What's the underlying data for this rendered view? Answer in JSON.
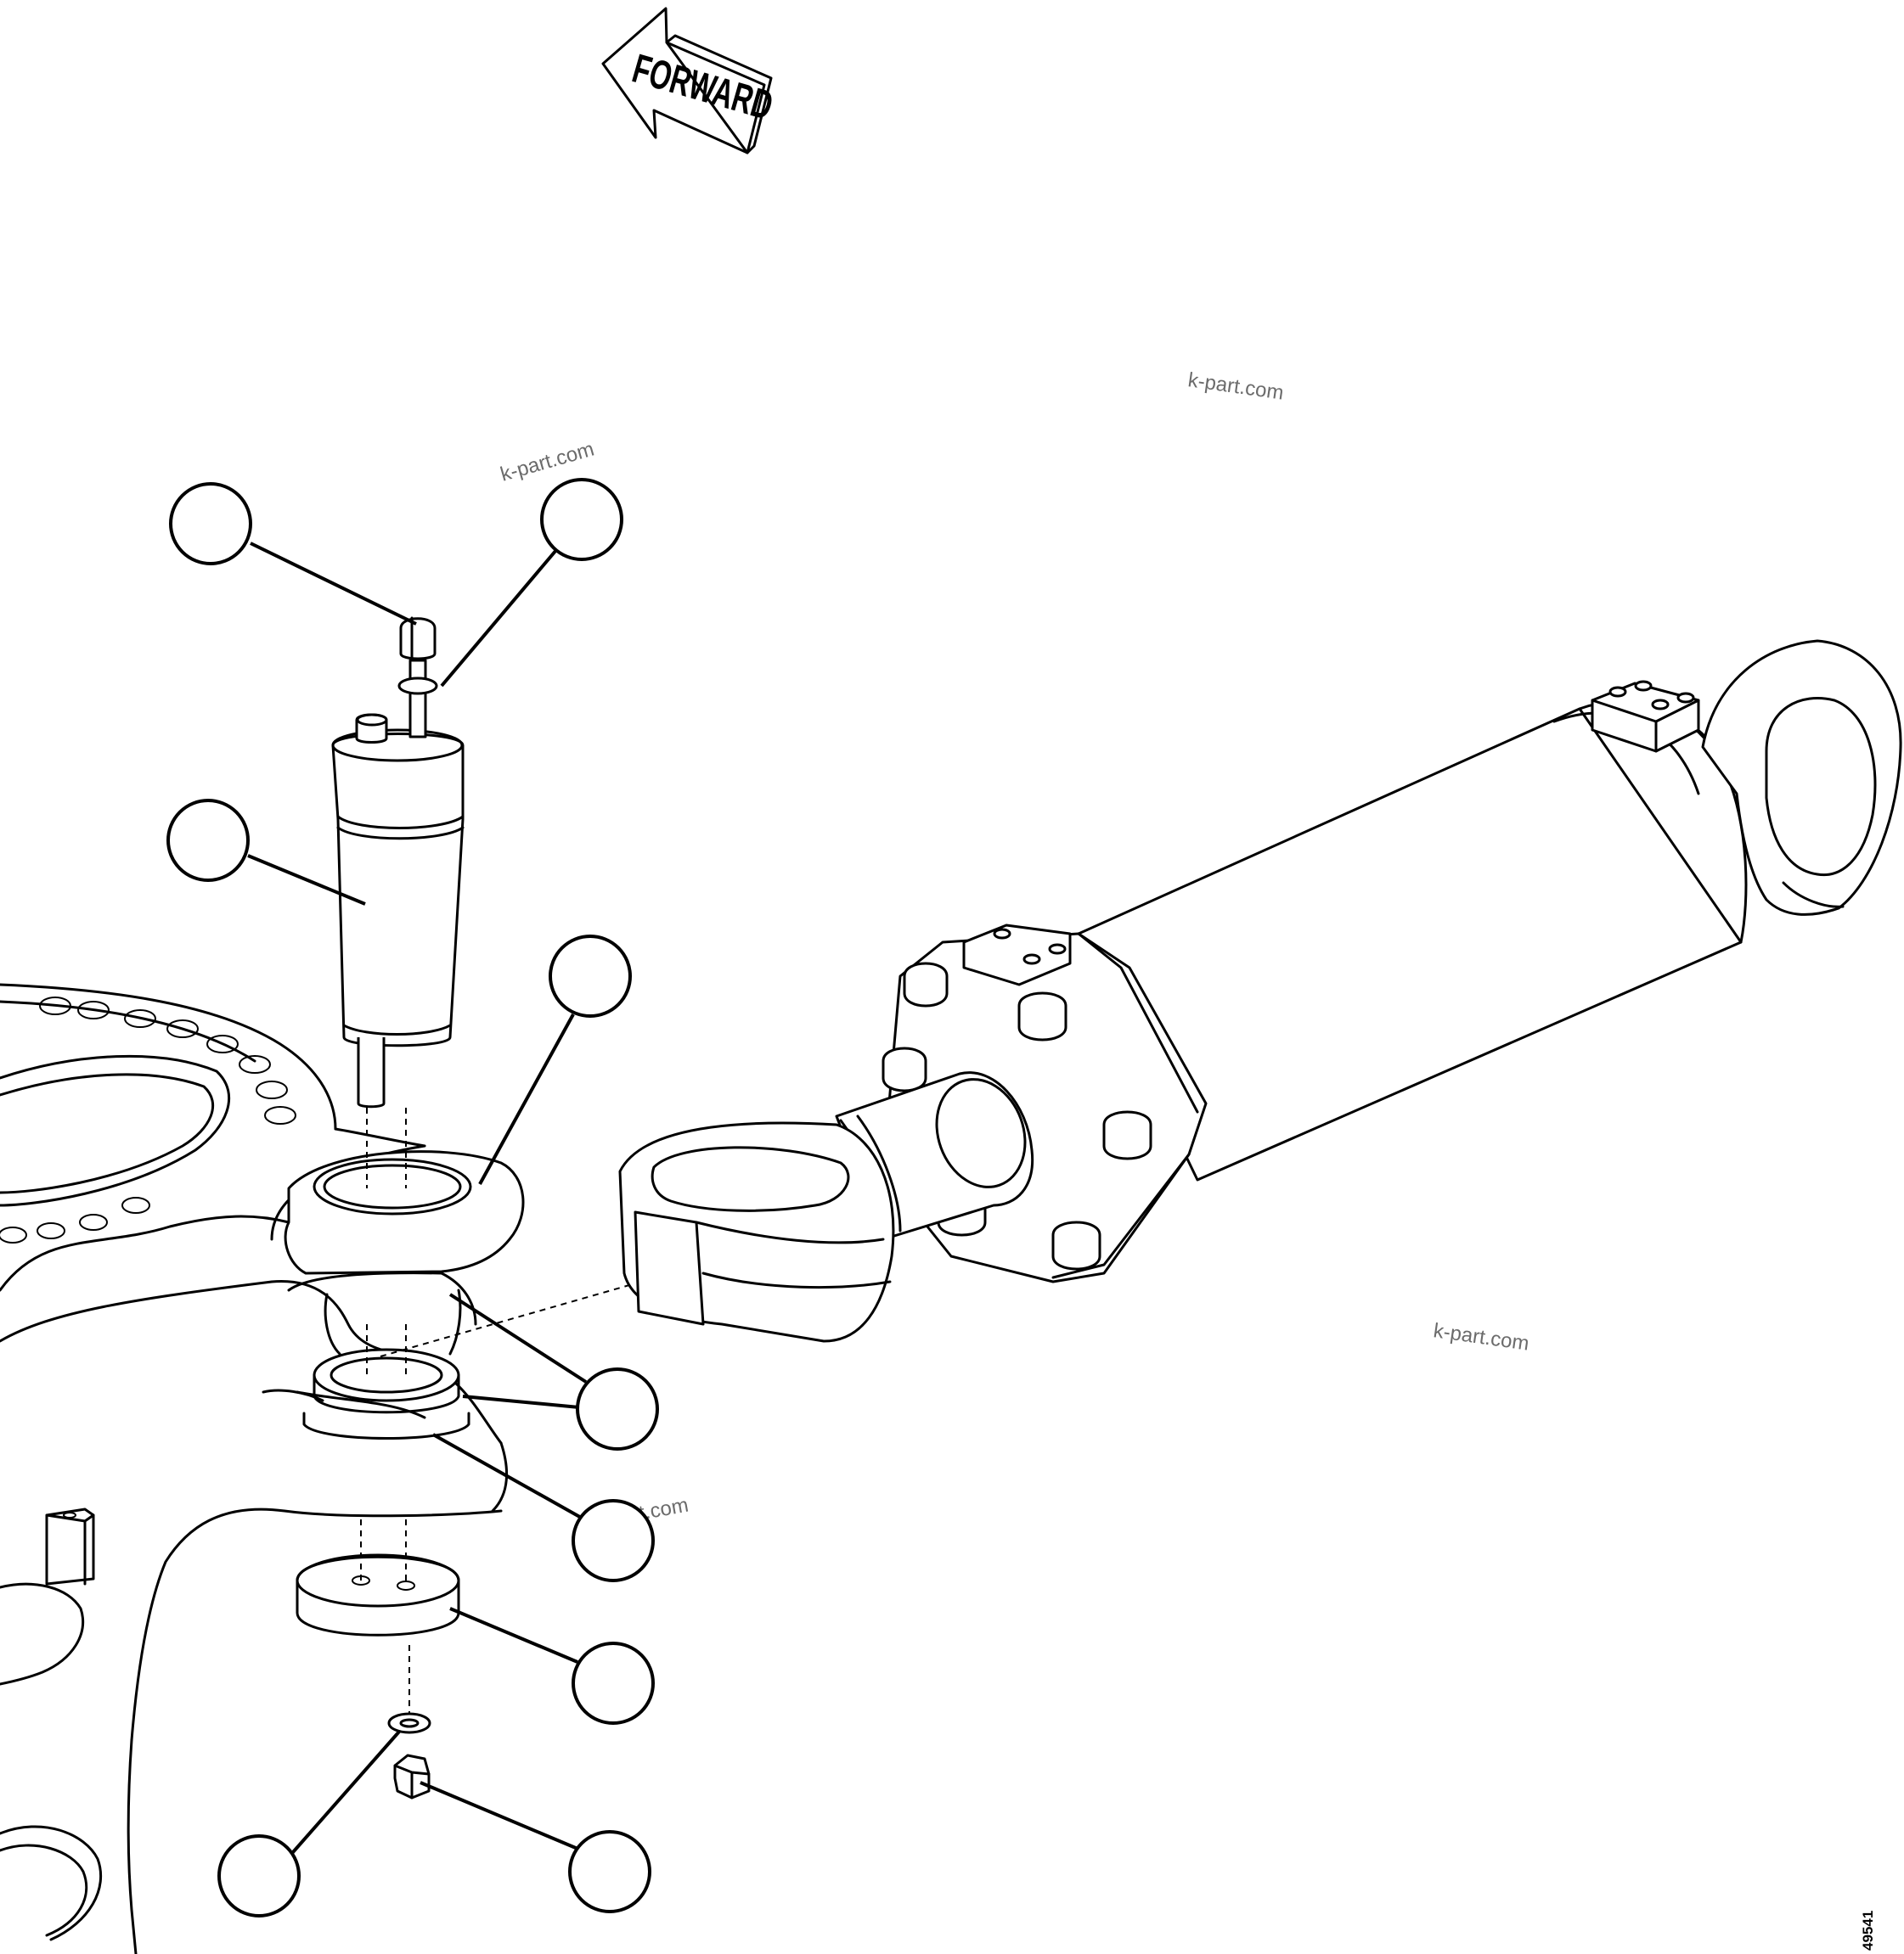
{
  "direction_arrow": {
    "label": "FORWARD"
  },
  "watermarks": [
    "k-part.com",
    "k-part.com",
    "k-part.com",
    "k-part.com"
  ],
  "drawing_number": "49541",
  "callouts": [
    {
      "id": "callout-bolt",
      "label": ""
    },
    {
      "id": "callout-washer-top",
      "label": ""
    },
    {
      "id": "callout-pin",
      "label": ""
    },
    {
      "id": "callout-frame-boss",
      "label": ""
    },
    {
      "id": "callout-bushing",
      "label": ""
    },
    {
      "id": "callout-seal",
      "label": ""
    },
    {
      "id": "callout-spacer",
      "label": ""
    },
    {
      "id": "callout-lockwasher",
      "label": ""
    },
    {
      "id": "callout-nut",
      "label": ""
    }
  ]
}
